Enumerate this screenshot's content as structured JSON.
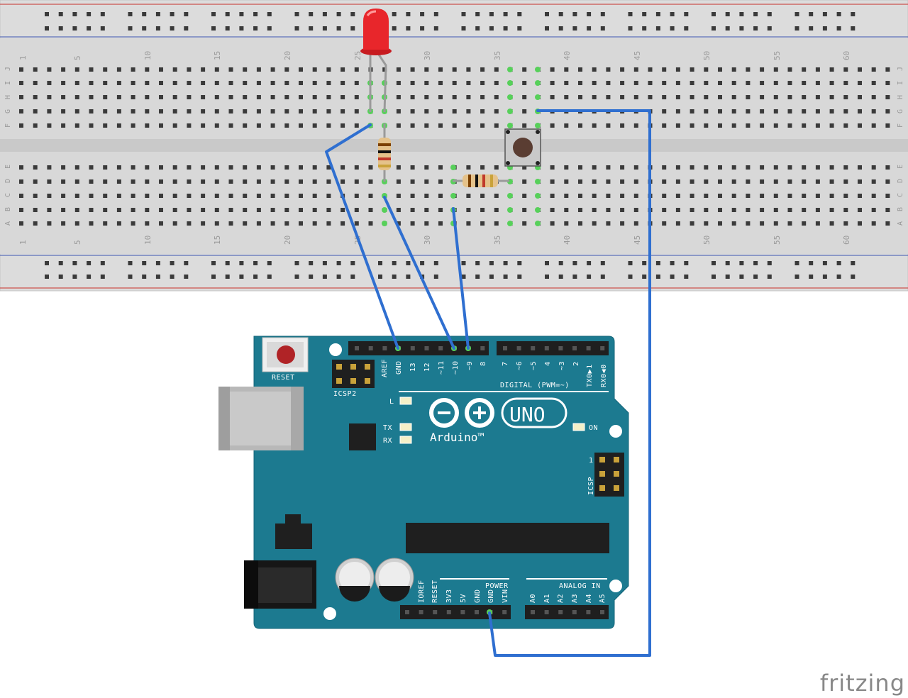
{
  "colors": {
    "breadboard": "#dcdcdc",
    "rail_red": "#c8302a",
    "rail_blue": "#3b55b0",
    "board": "#1c7a90",
    "wire": "#2f6fd0",
    "led": "#e8262b",
    "connected": "#57d05a"
  },
  "breadboard": {
    "column_numbers": [
      "1",
      "5",
      "10",
      "15",
      "20",
      "25",
      "30",
      "35",
      "40",
      "45",
      "50",
      "55",
      "60"
    ],
    "row_letters_top": [
      "J",
      "I",
      "H",
      "G",
      "F"
    ],
    "row_letters_bottom": [
      "E",
      "D",
      "C",
      "B",
      "A"
    ]
  },
  "arduino": {
    "reset_label": "RESET",
    "icsp2_label": "ICSP2",
    "icsp_label": "ICSP",
    "icsp_pin1": "1",
    "digital_pins": [
      "AREF",
      "GND",
      "13",
      "12",
      "~11",
      "~10",
      "~9",
      "8",
      "7",
      "~6",
      "~5",
      "4",
      "~3",
      "2",
      "TX0▶1",
      "RX0◀0"
    ],
    "digital_label": "DIGITAL (PWM=~)",
    "led_l": "L",
    "led_tx": "TX",
    "led_rx": "RX",
    "led_on": "ON",
    "brand": "Arduino™",
    "model": "UNO",
    "power_pins": [
      "IOREF",
      "RESET",
      "3V3",
      "5V",
      "GND",
      "GND",
      "VIN"
    ],
    "power_label": "POWER",
    "analog_pins": [
      "A0",
      "A1",
      "A2",
      "A3",
      "A4",
      "A5"
    ],
    "analog_label": "ANALOG IN"
  },
  "components": [
    "led-red",
    "resistor-led",
    "resistor-pulldown",
    "push-button"
  ],
  "watermark": "fritzing"
}
